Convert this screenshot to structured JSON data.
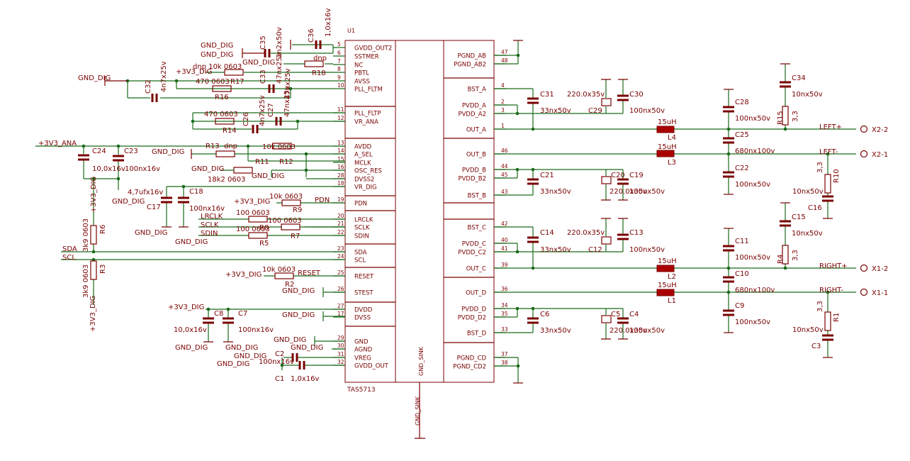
{
  "colors": {
    "wire": "#1a6b1a",
    "symbol": "#7a0000",
    "text": "#7a0000",
    "background": "#ffffff"
  },
  "chip": {
    "ref": "U1",
    "name": "TAS5713",
    "sink_label": "GND_SINK",
    "left_pins": [
      {
        "name": "GVDD_OUT2",
        "num": "5"
      },
      {
        "name": "SSTMER",
        "num": "6"
      },
      {
        "name": "NC",
        "num": "7"
      },
      {
        "name": "PBTL",
        "num": "8"
      },
      {
        "name": "AVSS",
        "num": "9"
      },
      {
        "name": "PLL_FLTM",
        "num": "10"
      },
      {
        "name": "PLL_FLTP",
        "num": "11"
      },
      {
        "name": "VR_ANA",
        "num": "12"
      },
      {
        "name": "AVDD",
        "num": "13"
      },
      {
        "name": "A_SEL",
        "num": "14"
      },
      {
        "name": "MCLK",
        "num": "15"
      },
      {
        "name": "OSC_RES",
        "num": "16"
      },
      {
        "name": "DVSS2",
        "num": "28"
      },
      {
        "name": "VR_DIG",
        "num": "18"
      },
      {
        "name": "PDN",
        "num": "19"
      },
      {
        "name": "LRCLK",
        "num": "20"
      },
      {
        "name": "SCLK",
        "num": "21"
      },
      {
        "name": "SDIN",
        "num": "22"
      },
      {
        "name": "SDA",
        "num": "23"
      },
      {
        "name": "SCL",
        "num": "24"
      },
      {
        "name": "RESET",
        "num": "25"
      },
      {
        "name": "STEST",
        "num": "26"
      },
      {
        "name": "DVDD",
        "num": "27"
      },
      {
        "name": "DVSS",
        "num": "17"
      },
      {
        "name": "GND",
        "num": "29"
      },
      {
        "name": "AGND",
        "num": "30"
      },
      {
        "name": "VREG",
        "num": "31"
      },
      {
        "name": "GVDD_OUT",
        "num": "32"
      }
    ],
    "right_pins": [
      {
        "name": "PGND_AB",
        "num": "47"
      },
      {
        "name": "PGND_AB2",
        "num": "48"
      },
      {
        "name": "BST_A",
        "num": "4"
      },
      {
        "name": "PVDD_A",
        "num": "2"
      },
      {
        "name": "PVDD_A2",
        "num": "3"
      },
      {
        "name": "OUT_A",
        "num": "1"
      },
      {
        "name": "OUT_B",
        "num": "46"
      },
      {
        "name": "PVDD_B",
        "num": "44"
      },
      {
        "name": "PVDD_B2",
        "num": "45"
      },
      {
        "name": "BST_B",
        "num": "43"
      },
      {
        "name": "BST_C",
        "num": "42"
      },
      {
        "name": "PVDD_C",
        "num": "40"
      },
      {
        "name": "PVDD_C2",
        "num": "41"
      },
      {
        "name": "OUT_C",
        "num": "39"
      },
      {
        "name": "OUT_D",
        "num": "36"
      },
      {
        "name": "PVDD_D",
        "num": "34"
      },
      {
        "name": "PVDD_D2",
        "num": "35"
      },
      {
        "name": "BST_D",
        "num": "33"
      },
      {
        "name": "PGND_CD",
        "num": "37"
      },
      {
        "name": "PGND_CD2",
        "num": "38"
      }
    ]
  },
  "nets": {
    "gnd_dig": "GND_DIG",
    "v3v3_dig": "+3V3_DIG",
    "v3v3_ana": "+3V3_ANA",
    "sda": "SDA",
    "scl": "SCL",
    "pdn": "PDN",
    "lrclk": "LRCLK",
    "sclk": "SCLK",
    "sdin": "SDIN",
    "reset": "RESET",
    "gnd_sink": "GND_SINK",
    "left_plus": "LEFT+",
    "left_minus": "LEFT-",
    "right_plus": "RIGHT+",
    "right_minus": "RIGHT-"
  },
  "components": {
    "C35": {
      "ref": "C35",
      "value": "2n2x50v"
    },
    "C36": {
      "ref": "C36",
      "value": "1,0x16v"
    },
    "R18": {
      "ref": "R18",
      "value": "dnp"
    },
    "R17": {
      "ref": "R17",
      "value": "dnp 10k 0603"
    },
    "C33": {
      "ref": "C33",
      "value": "47nx25v"
    },
    "C32": {
      "ref": "C32",
      "value": "4n7x25v"
    },
    "R16": {
      "ref": "R16",
      "value": "470 0603"
    },
    "C34b": {
      "ref": "",
      "value": "47nx25v"
    },
    "R14": {
      "ref": "R14",
      "value": "470 0603"
    },
    "C26": {
      "ref": "C26",
      "value": "4n7x25v"
    },
    "C27": {
      "ref": "C27",
      "value": "47nx25v"
    },
    "C24": {
      "ref": "C24",
      "value": "10,0x16v"
    },
    "C23": {
      "ref": "C23",
      "value": "100nx16v"
    },
    "R13": {
      "ref": "R13",
      "value": "dnp"
    },
    "R11": {
      "ref": "R11",
      "value": "10k 0603"
    },
    "R12": {
      "ref": "R12",
      "value": ""
    },
    "R16b": {
      "ref": "",
      "value": "18k2 0603"
    },
    "C17": {
      "ref": "C17",
      "value": "4,7ufx16v"
    },
    "C18": {
      "ref": "C18",
      "value": "100nx16v"
    },
    "R9": {
      "ref": "R9",
      "value": "10k 0603"
    },
    "R8": {
      "ref": "R8",
      "value": "100 0603"
    },
    "R7": {
      "ref": "R7",
      "value": "100 0603"
    },
    "R5": {
      "ref": "R5",
      "value": "100 0603"
    },
    "R6": {
      "ref": "R6",
      "value": "3k9 0603"
    },
    "R3": {
      "ref": "R3",
      "value": "3k9 0603"
    },
    "R2": {
      "ref": "R2",
      "value": "10k 0603"
    },
    "C8": {
      "ref": "C8",
      "value": "10,0x16v"
    },
    "C7": {
      "ref": "C7",
      "value": "100nx16v"
    },
    "C2": {
      "ref": "C2",
      "value": "100nx16v"
    },
    "C1": {
      "ref": "C1",
      "value": "1,0x16v"
    },
    "C31": {
      "ref": "C31",
      "value": "33nx50v"
    },
    "C29": {
      "ref": "C29",
      "value": "220.0x35v"
    },
    "C30": {
      "ref": "C30",
      "value": "100nx50v"
    },
    "L4": {
      "ref": "L4",
      "value": "15uH"
    },
    "C28": {
      "ref": "C28",
      "value": "100nx50v"
    },
    "C25": {
      "ref": "C25",
      "value": "680nx100v"
    },
    "C34": {
      "ref": "C34",
      "value": "10nx50v"
    },
    "R15": {
      "ref": "R15",
      "value": "3,3"
    },
    "C21": {
      "ref": "C21",
      "value": "33nx50v"
    },
    "C20": {
      "ref": "C20",
      "value": "220.0x35v"
    },
    "C19": {
      "ref": "C19",
      "value": "100nx50v"
    },
    "L3": {
      "ref": "L3",
      "value": "15uH"
    },
    "C22": {
      "ref": "C22",
      "value": "100nx50v"
    },
    "R10": {
      "ref": "R10",
      "value": "3,3"
    },
    "C16": {
      "ref": "C16",
      "value": "10nx50v"
    },
    "C14": {
      "ref": "C14",
      "value": "33nx50v"
    },
    "C12": {
      "ref": "C12",
      "value": "220.0x35v"
    },
    "C13": {
      "ref": "C13",
      "value": "100nx50v"
    },
    "L2": {
      "ref": "L2",
      "value": "15uH"
    },
    "C11": {
      "ref": "C11",
      "value": "100nx50v"
    },
    "C10": {
      "ref": "C10",
      "value": "680nx100v"
    },
    "C15": {
      "ref": "C15",
      "value": "10nx50v"
    },
    "R4": {
      "ref": "R4",
      "value": "3,3"
    },
    "C6": {
      "ref": "C6",
      "value": "33nx50v"
    },
    "C5": {
      "ref": "C5",
      "value": "220.0x35v"
    },
    "C4": {
      "ref": "C4",
      "value": "100nx50v"
    },
    "L1": {
      "ref": "L1",
      "value": "15uH"
    },
    "C9": {
      "ref": "C9",
      "value": "100nx50v"
    },
    "R1": {
      "ref": "R1",
      "value": "3,3"
    },
    "C3": {
      "ref": "C3",
      "value": "10nx50v"
    }
  },
  "connectors": [
    {
      "name": "X2-2",
      "net": "LEFT+"
    },
    {
      "name": "X2-1",
      "net": "LEFT-"
    },
    {
      "name": "X1-2",
      "net": "RIGHT+"
    },
    {
      "name": "X1-1",
      "net": "RIGHT-"
    }
  ]
}
